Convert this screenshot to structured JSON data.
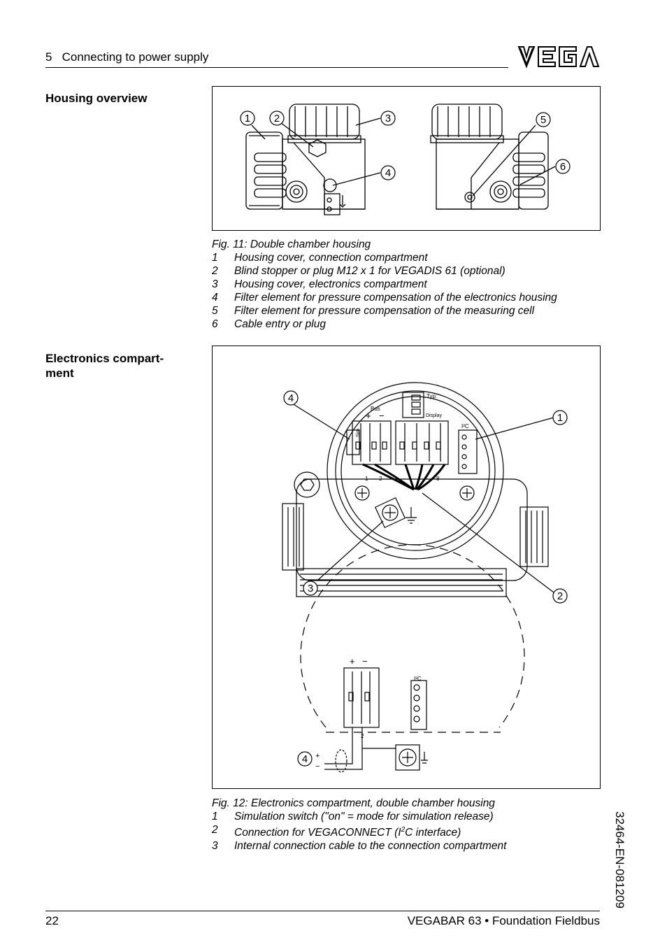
{
  "header": {
    "section": "5   Connecting to power supply",
    "logo": "VEGA"
  },
  "section1": {
    "heading": "Housing overview",
    "figure_callouts": [
      "1",
      "2",
      "3",
      "4",
      "5",
      "6"
    ],
    "caption_title": "Fig. 11: Double chamber housing",
    "items": [
      {
        "num": "1",
        "text": "Housing cover, connection compartment"
      },
      {
        "num": "2",
        "text": "Blind stopper or plug M12 x 1 for VEGADIS 61 (optional)"
      },
      {
        "num": "3",
        "text": "Housing cover, electronics compartment"
      },
      {
        "num": "4",
        "text": "Filter element for pressure compensation of the electronics housing"
      },
      {
        "num": "5",
        "text": "Filter element for pressure compensation of the measuring cell"
      },
      {
        "num": "6",
        "text": "Cable entry or plug"
      }
    ]
  },
  "section2": {
    "heading_line1": "Electronics compart-",
    "heading_line2": "ment",
    "figure_labels": {
      "typ": "Typ:",
      "display": "Display",
      "bus": "Bus",
      "sim": "Sim",
      "i2c": "I²C",
      "plus": "+",
      "minus": "−",
      "t1": "1",
      "t2": "2",
      "t8": "8",
      "callout1": "1",
      "callout2": "2",
      "callout3": "3",
      "callout4": "4",
      "detail_plus": "+",
      "detail_minus": "−",
      "detail_i2c": "I²C",
      "detail_t2": "2",
      "callout4b": "4"
    },
    "caption_title": "Fig. 12: Electronics compartment, double chamber housing",
    "items": [
      {
        "num": "1",
        "text": "Simulation switch (\"on\" = mode for simulation release)"
      },
      {
        "num": "2",
        "text_pre": "Connection for VEGACONNECT (I",
        "text_sup": "2",
        "text_post": "C interface)"
      },
      {
        "num": "3",
        "text": "Internal connection cable to the connection compartment"
      }
    ]
  },
  "footer": {
    "page": "22",
    "product": "VEGABAR 63 • Foundation Fieldbus",
    "docnum": "32464-EN-081209"
  }
}
